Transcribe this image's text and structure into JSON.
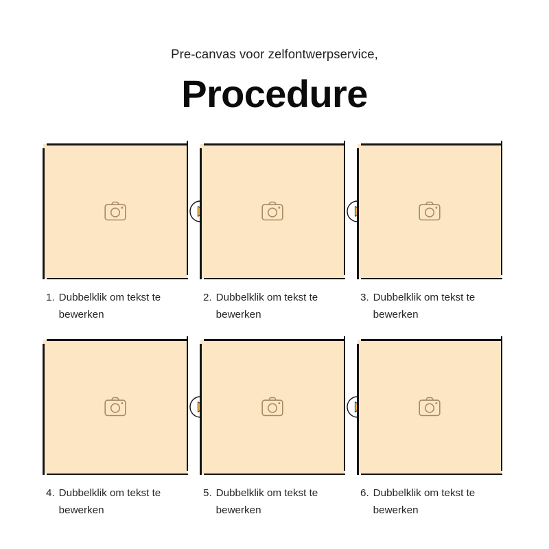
{
  "header": {
    "subtitle": "Pre-canvas voor zelfontwerpservice,",
    "title": "Procedure"
  },
  "colors": {
    "background": "#ffffff",
    "placeholder_fill": "#fce6c4",
    "frame_line": "#141414",
    "camera_icon": "#a88a66",
    "arrow_fill": "#f7bc4c",
    "arrow_circle_fill": "#ffffff",
    "arrow_circle_stroke": "#141414",
    "text": "#262626",
    "title_text": "#0b0b0b"
  },
  "icons": {
    "placeholder": "camera-icon",
    "connector": "play-triangle-icon"
  },
  "steps": [
    {
      "number": "1.",
      "text": "Dubbelklik om tekst te bewerken",
      "placeholder_icon": "camera-icon"
    },
    {
      "number": "2.",
      "text": "Dubbelklik om tekst te bewerken",
      "placeholder_icon": "camera-icon"
    },
    {
      "number": "3.",
      "text": "Dubbelklik om tekst te bewerken",
      "placeholder_icon": "camera-icon"
    },
    {
      "number": "4.",
      "text": "Dubbelklik om tekst te bewerken",
      "placeholder_icon": "camera-icon"
    },
    {
      "number": "5.",
      "text": "Dubbelklik om tekst te bewerken",
      "placeholder_icon": "camera-icon"
    },
    {
      "number": "6.",
      "text": "Dubbelklik om tekst te bewerken",
      "placeholder_icon": "camera-icon"
    }
  ]
}
